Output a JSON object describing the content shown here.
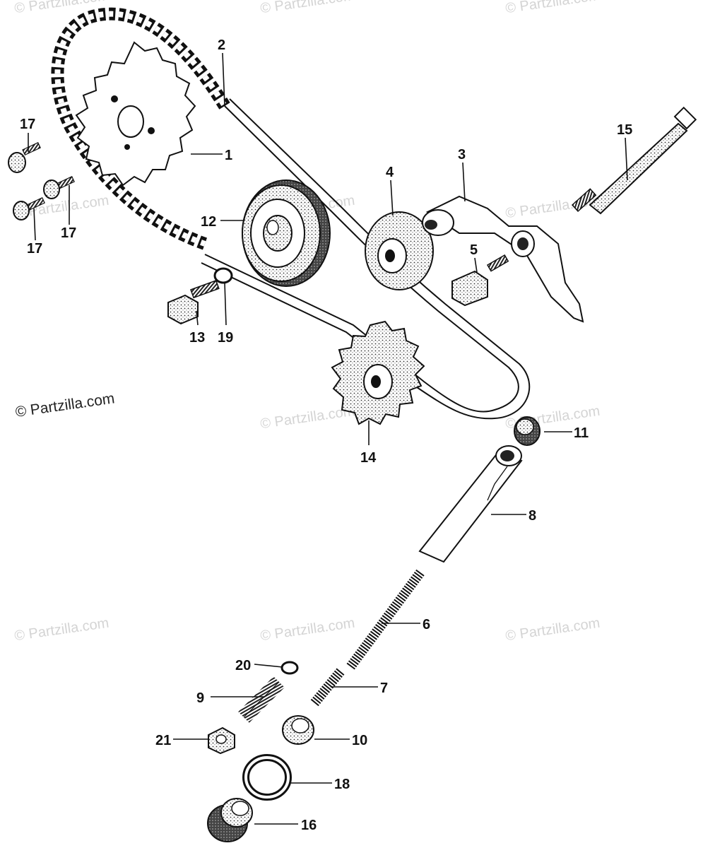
{
  "copyright": "© Partzilla.com",
  "watermark": "© Partzilla.com",
  "callouts": [
    {
      "id": "label-1",
      "text": "1"
    },
    {
      "id": "label-2",
      "text": "2"
    },
    {
      "id": "label-3",
      "text": "3"
    },
    {
      "id": "label-4",
      "text": "4"
    },
    {
      "id": "label-5",
      "text": "5"
    },
    {
      "id": "label-6",
      "text": "6"
    },
    {
      "id": "label-7",
      "text": "7"
    },
    {
      "id": "label-8",
      "text": "8"
    },
    {
      "id": "label-9",
      "text": "9"
    },
    {
      "id": "label-10",
      "text": "10"
    },
    {
      "id": "label-11",
      "text": "11"
    },
    {
      "id": "label-12",
      "text": "12"
    },
    {
      "id": "label-13",
      "text": "13"
    },
    {
      "id": "label-14",
      "text": "14"
    },
    {
      "id": "label-15",
      "text": "15"
    },
    {
      "id": "label-16",
      "text": "16"
    },
    {
      "id": "label-17a",
      "text": "17"
    },
    {
      "id": "label-17b",
      "text": "17"
    },
    {
      "id": "label-17c",
      "text": "17"
    },
    {
      "id": "label-18",
      "text": "18"
    },
    {
      "id": "label-19",
      "text": "19"
    },
    {
      "id": "label-20",
      "text": "20"
    },
    {
      "id": "label-21",
      "text": "21"
    }
  ]
}
